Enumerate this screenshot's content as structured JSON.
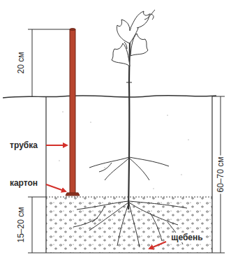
{
  "diagram": {
    "labels": [
      "20 см",
      "трубка",
      "картон",
      "15–20 см",
      "щебень",
      "60–70 см"
    ]
  }
}
